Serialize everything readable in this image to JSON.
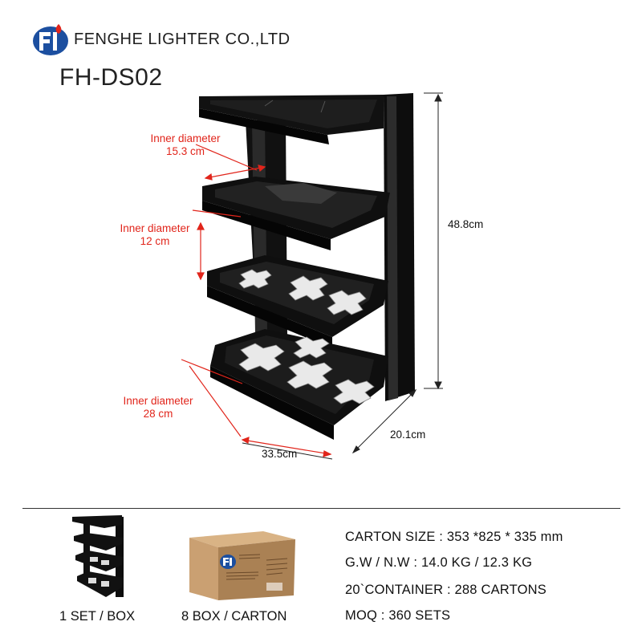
{
  "header": {
    "company": "FENGHE LIGHTER CO.,LTD",
    "model": "FH-DS02"
  },
  "dimensions": {
    "top_tier_label": "Inner diameter",
    "top_tier_value": "15.3 cm",
    "middle_tier_label": "Inner diameter",
    "middle_tier_value": "12 cm",
    "bottom_tier_label": "Inner diameter",
    "bottom_tier_value": "28 cm",
    "height": "48.8cm",
    "width": "33.5cm",
    "depth": "20.1cm"
  },
  "packaging": {
    "set_caption": "1 SET / BOX",
    "carton_caption": "8 BOX / CARTON"
  },
  "specs": [
    "CARTON SIZE : 353 *825 * 335 mm",
    "G.W / N.W : 14.0 KG / 12.3 KG",
    "20`CONTAINER : 288 CARTONS",
    "MOQ : 360 SETS"
  ],
  "colors": {
    "accent_red": "#e1251b",
    "logo_blue": "#1c4fa0",
    "product_black": "#0d0d0d",
    "carton_brown": "#c49a6c"
  }
}
